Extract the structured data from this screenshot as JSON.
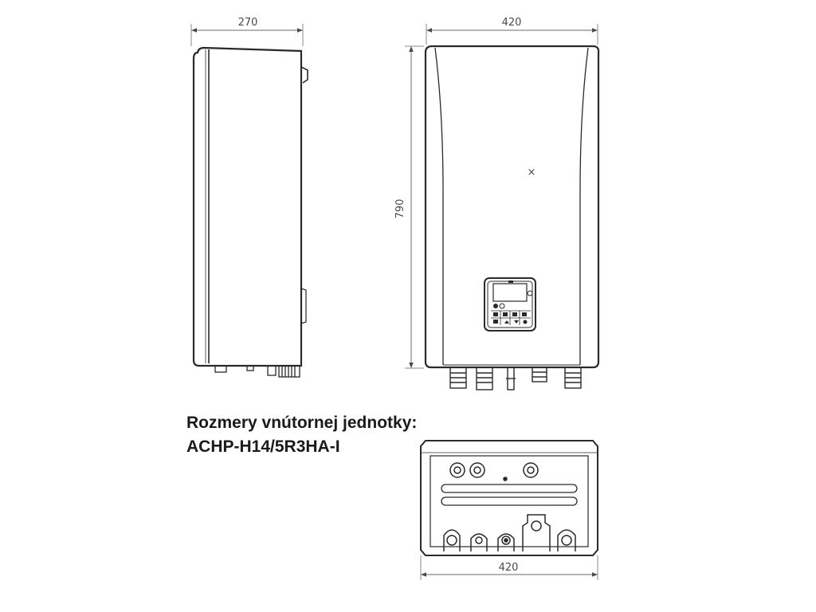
{
  "dimensions": {
    "side_width": "270",
    "front_width": "420",
    "front_height": "790",
    "bottom_width": "420"
  },
  "caption": {
    "line1": "Rozmery vnútornej jednotky:",
    "line2": "ACHP-H14/5R3HA-I"
  },
  "markers": {
    "cross": "×"
  }
}
